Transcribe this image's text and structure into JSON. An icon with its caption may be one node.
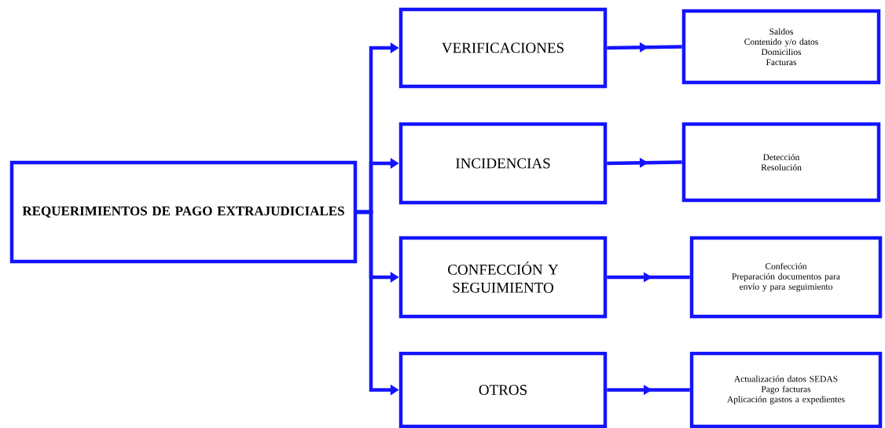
{
  "diagram": {
    "nodes": [
      {
        "text": [
          "REQUERIMIENTOS DE PAGO EXTRAJUDICIALES"
        ]
      },
      {
        "text": [
          "VERIFICACIONES"
        ]
      },
      {
        "text": [
          "INCIDENCIAS"
        ]
      },
      {
        "text": [
          "CONFECCIÓN Y SEGUIMIENTO"
        ]
      },
      {
        "text": [
          "OTROS"
        ]
      },
      {
        "text": [
          "Saldos",
          "Contenido y/o datos",
          "Domicilios",
          "Facturas"
        ]
      },
      {
        "text": [
          "Detección",
          "Resolución"
        ]
      },
      {
        "text": [
          "Confección",
          "Preparación documentos para envío y para seguimiento"
        ]
      },
      {
        "text": [
          "Actualización datos SEDAS",
          "Pago facturas",
          "Aplicación gastos a expedientes"
        ]
      }
    ],
    "edges": [
      {
        "from": 0,
        "to": 1,
        "arrow": "to"
      },
      {
        "from": 0,
        "to": 2,
        "arrow": "to"
      },
      {
        "from": 0,
        "to": 3,
        "arrow": "to"
      },
      {
        "from": 0,
        "to": 4,
        "arrow": "to"
      },
      {
        "from": 1,
        "to": 5,
        "arrow": "to"
      },
      {
        "from": 2,
        "to": 6,
        "arrow": "to"
      },
      {
        "from": 3,
        "to": 7,
        "arrow": "to"
      },
      {
        "from": 4,
        "to": 8,
        "arrow": "to"
      }
    ]
  }
}
